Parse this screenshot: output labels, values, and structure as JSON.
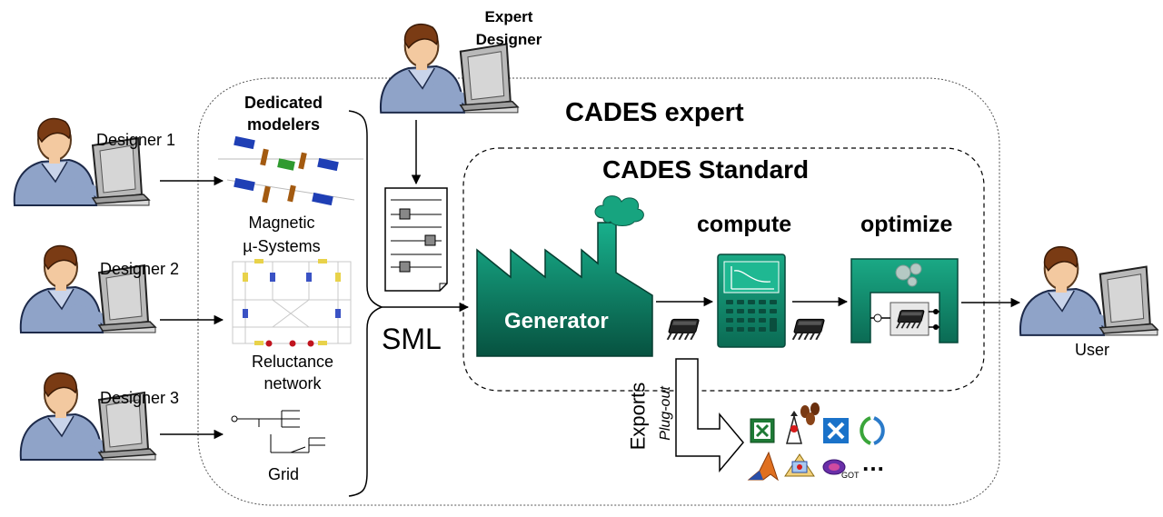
{
  "expert_designer": {
    "label_line1": "Expert",
    "label_line2": "Designer"
  },
  "designers": [
    {
      "label": "Designer 1"
    },
    {
      "label": "Designer 2"
    },
    {
      "label": "Designer 3"
    }
  ],
  "modelers": {
    "title_line1": "Dedicated",
    "title_line2": "modelers",
    "items": [
      {
        "line1": "Magnetic",
        "line2": "µ-Systems"
      },
      {
        "line1": "Reluctance",
        "line2": "network"
      },
      {
        "line1": "Grid",
        "line2": ""
      }
    ]
  },
  "cades_expert": {
    "title": "CADES expert"
  },
  "cades_standard": {
    "title": "CADES Standard"
  },
  "sml_label": "SML",
  "generator_label": "Generator",
  "compute_label": "compute",
  "optimize_label": "optimize",
  "user_label": "User",
  "exports": {
    "label": "Exports",
    "sublabel": "Plug-out",
    "more": "…",
    "got_label": "GOT"
  },
  "colors": {
    "factory_top": "#0f9c7c",
    "factory_bottom": "#0a5f4b",
    "teal": "#159a78",
    "chip": "#222222"
  },
  "icons": [
    "excel-icon",
    "java-duke-icon",
    "coffee-bean-icon",
    "blue-x-icon",
    "refresh-icon",
    "matlab-icon",
    "diagram-tool-icon",
    "got-icon"
  ]
}
